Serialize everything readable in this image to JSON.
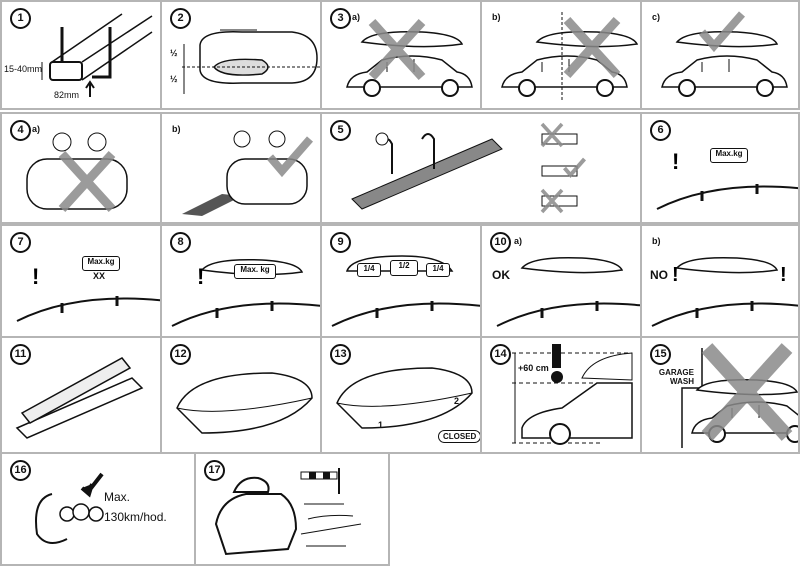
{
  "steps": [
    {
      "num": "1",
      "labels": {
        "height": "15-40mm",
        "width": "82mm"
      }
    },
    {
      "num": "2",
      "labels": {
        "half_top": "½",
        "half_bottom": "½"
      }
    },
    {
      "num": "3",
      "sub": "a)",
      "result": "wrong"
    },
    {
      "num": "",
      "sub": "b)",
      "result": "wrong"
    },
    {
      "num": "",
      "sub": "c)",
      "result": "correct"
    },
    {
      "num": "4",
      "sub": "a)",
      "result": "wrong"
    },
    {
      "num": "",
      "sub": "b)",
      "result": "correct"
    },
    {
      "num": "5"
    },
    {
      "num": "6",
      "labels": {
        "load": "Max.kg"
      }
    },
    {
      "num": "7",
      "labels": {
        "load": "Max.kg",
        "spacing": "XX"
      }
    },
    {
      "num": "8",
      "labels": {
        "load": "Max. kg"
      }
    },
    {
      "num": "9",
      "labels": {
        "left": "1/4",
        "center": "1/2",
        "right": "1/4"
      }
    },
    {
      "num": "10",
      "sub": "a)",
      "labels": {
        "status": "OK"
      }
    },
    {
      "num": "",
      "sub": "b)",
      "labels": {
        "status": "NO"
      }
    },
    {
      "num": "11"
    },
    {
      "num": "12"
    },
    {
      "num": "13",
      "labels": {
        "step1": "1",
        "step2": "2",
        "closed": "CLOSED"
      }
    },
    {
      "num": "14",
      "labels": {
        "height": "+60 cm"
      }
    },
    {
      "num": "15",
      "labels": {
        "sign": "GARAGE WASH"
      },
      "result": "wrong"
    },
    {
      "num": "16",
      "labels": {
        "max": "Max.",
        "speed": "130km/hod."
      }
    },
    {
      "num": "17"
    }
  ],
  "colors": {
    "border": "#b5b5b5",
    "mark": "#8a8a8a"
  }
}
